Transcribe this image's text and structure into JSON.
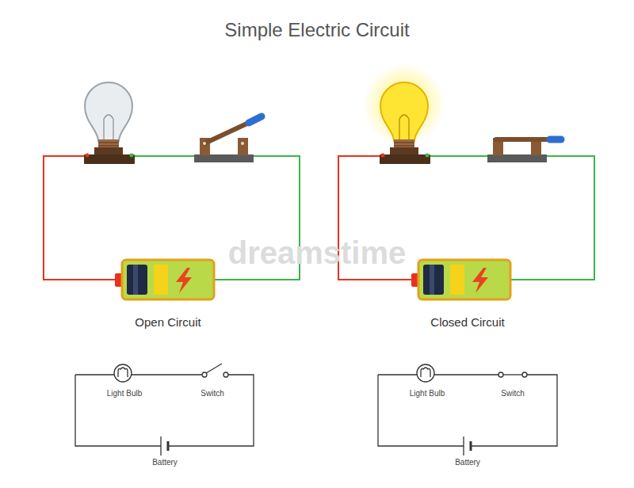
{
  "diagram": {
    "title": "Simple Electric Circuit",
    "labels": [
      "dreamstime",
      "Open Circuit",
      "Closed Circuit",
      "Light Bulb",
      "Switch",
      "Battery",
      "Light Bulb",
      "Switch",
      "Battery"
    ]
  }
}
